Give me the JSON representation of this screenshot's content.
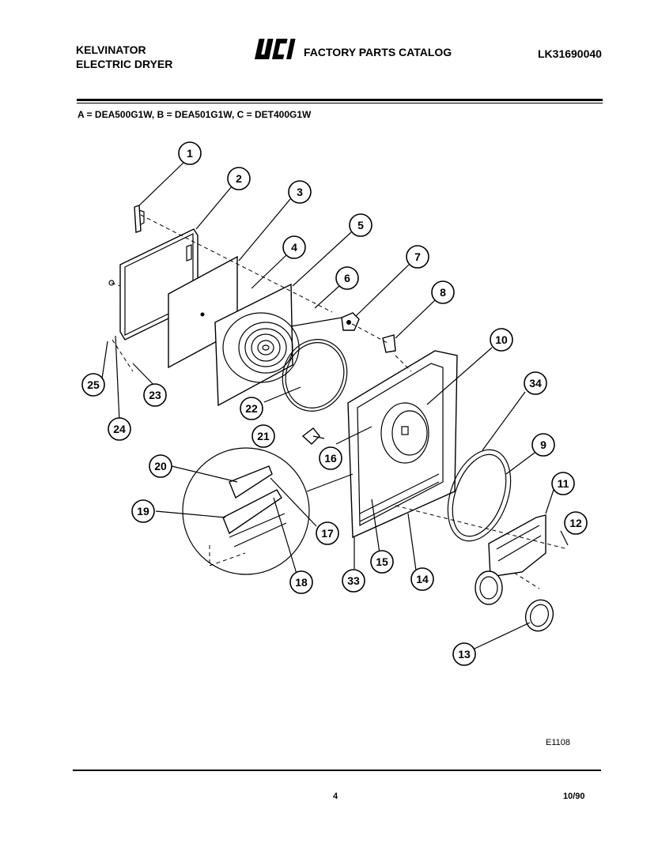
{
  "header": {
    "brand_line1": "KELVINATOR",
    "brand_line2": "ELECTRIC DRYER",
    "logo_text": "WCI",
    "catalog_title": "FACTORY PARTS CATALOG",
    "catalog_code": "LK31690040"
  },
  "models_line": "A = DEA500G1W, B = DEA501G1W, C = DET400G1W",
  "callouts": [
    "1",
    "2",
    "3",
    "4",
    "5",
    "6",
    "7",
    "8",
    "9",
    "10",
    "11",
    "12",
    "13",
    "14",
    "15",
    "16",
    "17",
    "18",
    "19",
    "20",
    "21",
    "22",
    "23",
    "24",
    "25",
    "33",
    "34"
  ],
  "footer": {
    "figure_code": "E1108",
    "page_number": "4",
    "date": "10/90"
  }
}
